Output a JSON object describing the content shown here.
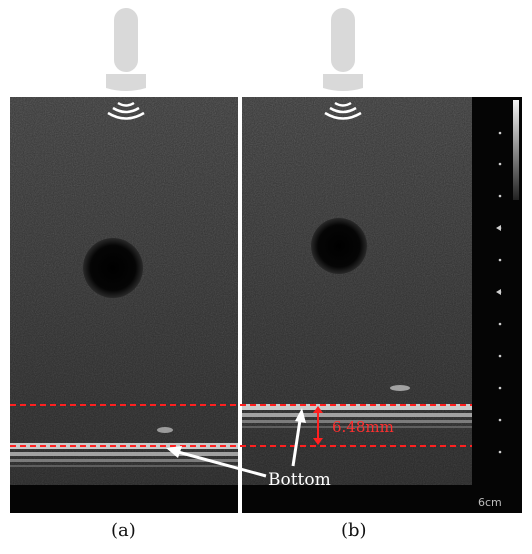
{
  "panels": [
    {
      "caption": "(a)"
    },
    {
      "caption": "(b)"
    }
  ],
  "annotations": {
    "bottom_label": "Bottom",
    "distance_label": "6.48mm",
    "depth_scale_label": "6cm"
  },
  "colors": {
    "dashed_line": "#ff2020",
    "distance_arrow": "#ff2020",
    "distance_text": "#ff3030",
    "probe": "#d9d9d9",
    "ultrasound_bg": "#3a3a3a",
    "frame_bg": "#050505"
  },
  "icons": [
    "ultrasound-probe-icon",
    "sound-wave-icon",
    "arrow-icon"
  ]
}
